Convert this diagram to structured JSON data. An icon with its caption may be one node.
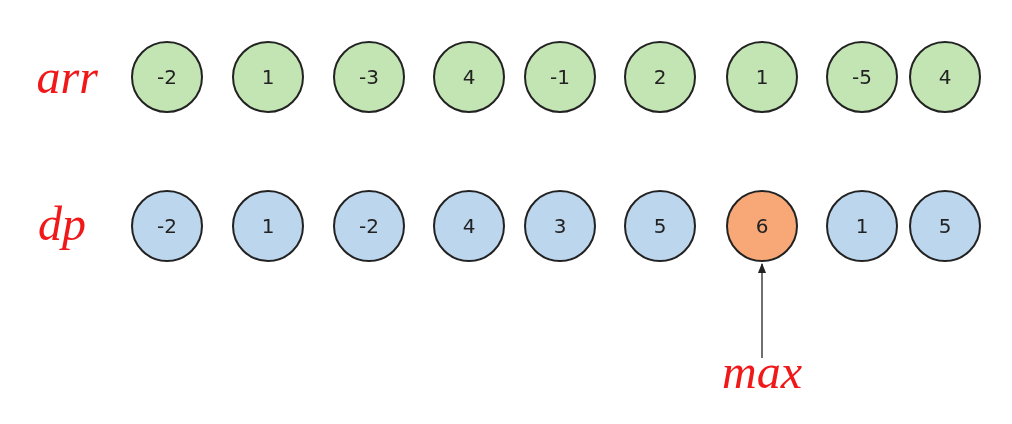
{
  "diagram": {
    "nodes": [
      {
        "text": [
          "-2"
        ]
      },
      {
        "text": [
          "1"
        ]
      },
      {
        "text": [
          "-3"
        ]
      },
      {
        "text": [
          "4"
        ]
      },
      {
        "text": [
          "-1"
        ]
      },
      {
        "text": [
          "2"
        ]
      },
      {
        "text": [
          "1"
        ]
      },
      {
        "text": [
          "-5"
        ]
      },
      {
        "text": [
          "4"
        ]
      },
      {
        "text": [
          "-2"
        ]
      },
      {
        "text": [
          "1"
        ]
      },
      {
        "text": [
          "-2"
        ]
      },
      {
        "text": [
          "4"
        ]
      },
      {
        "text": [
          "3"
        ]
      },
      {
        "text": [
          "5"
        ]
      },
      {
        "text": [
          "6"
        ]
      },
      {
        "text": [
          "1"
        ]
      },
      {
        "text": [
          "5"
        ]
      },
      {
        "text": [
          "max"
        ]
      }
    ],
    "edges": [
      {
        "from": 18,
        "to": 15,
        "arrow": "to"
      }
    ],
    "labels": [
      "arr",
      "dp"
    ]
  }
}
